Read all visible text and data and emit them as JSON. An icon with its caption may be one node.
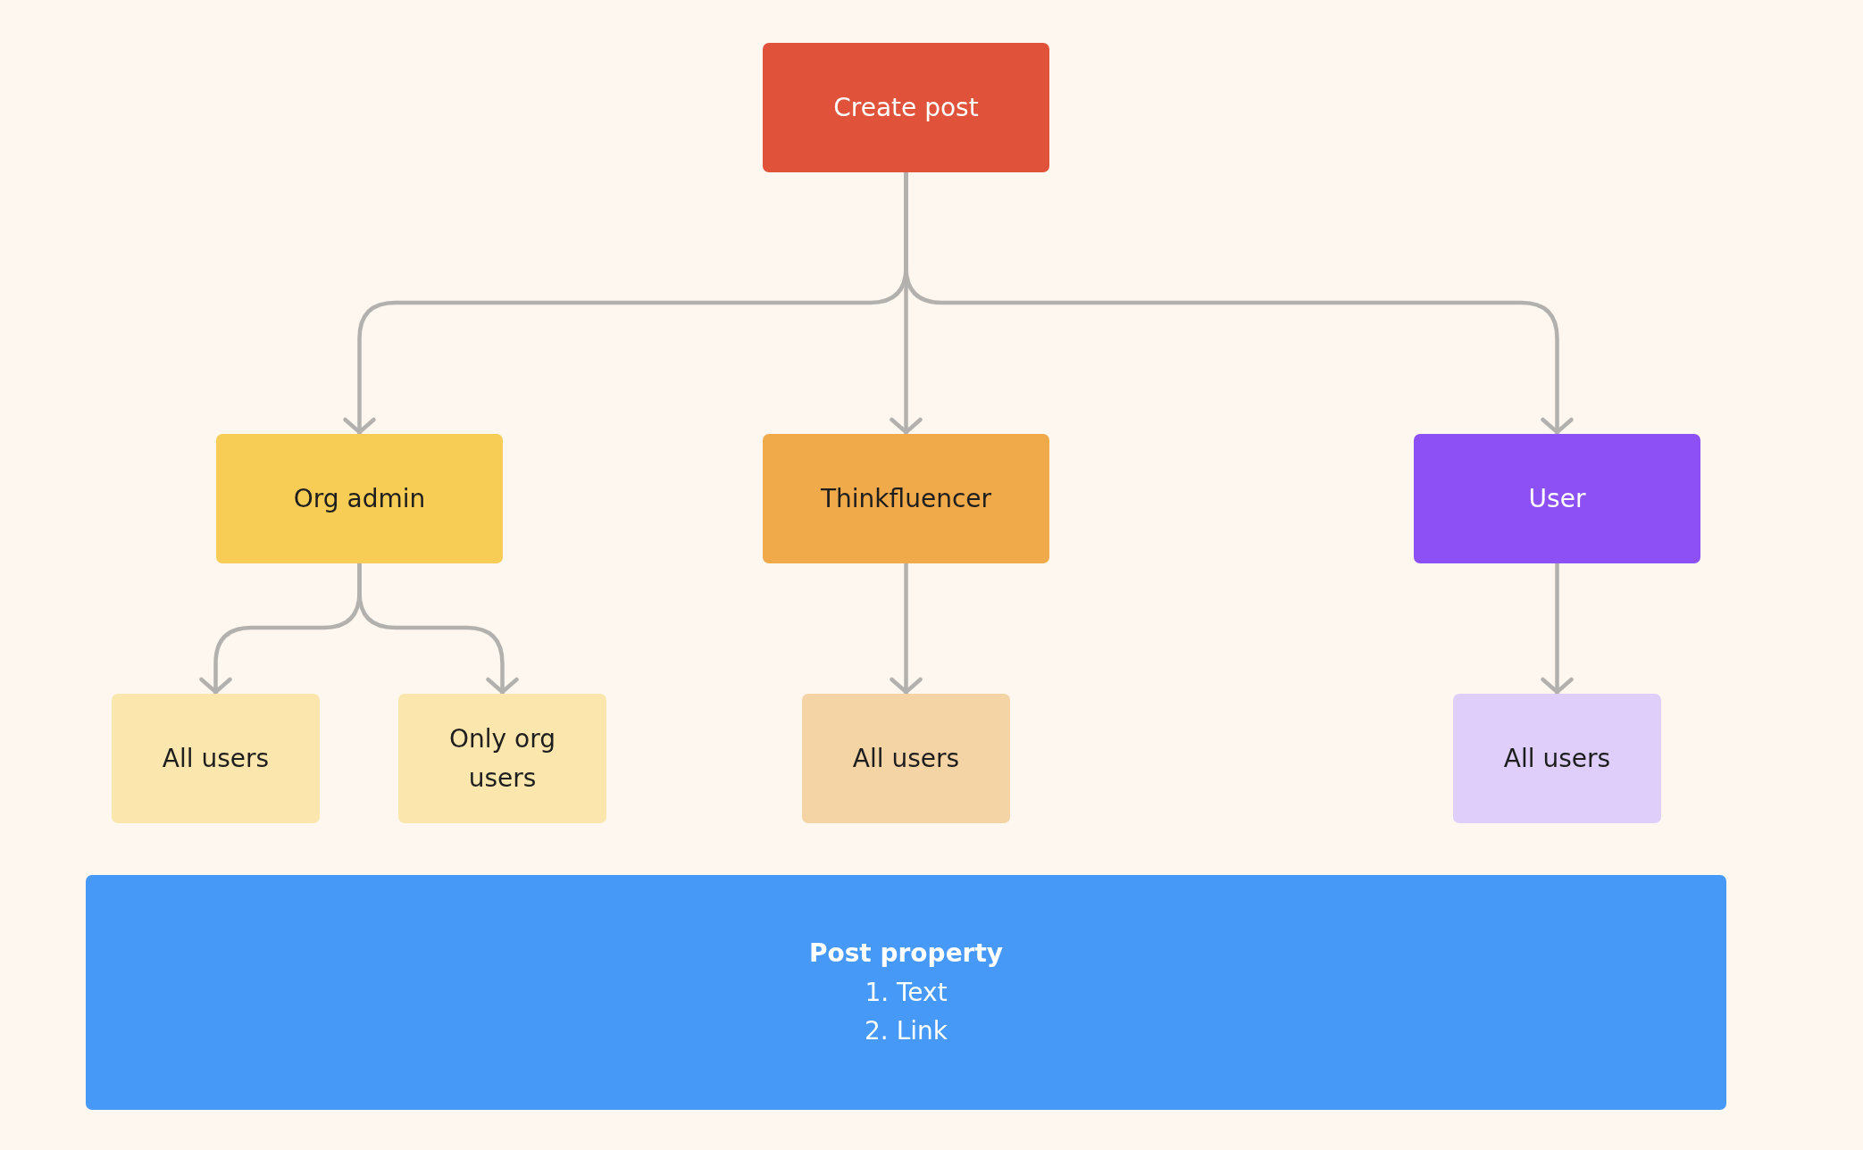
{
  "diagram": {
    "nodes": [
      {
        "text": [
          "Create post"
        ]
      },
      {
        "text": [
          "Org admin"
        ]
      },
      {
        "text": [
          "Thinkfluencer"
        ]
      },
      {
        "text": [
          "User"
        ]
      },
      {
        "text": [
          "All users"
        ]
      },
      {
        "text": [
          "Only org users"
        ]
      },
      {
        "text": [
          "All users"
        ]
      },
      {
        "text": [
          "All users"
        ]
      },
      {
        "text": [
          "Post property",
          "1. Text",
          "2. Link"
        ]
      }
    ],
    "edges": [
      {
        "from": 0,
        "to": 1,
        "arrow": "to"
      },
      {
        "from": 0,
        "to": 2,
        "arrow": "to"
      },
      {
        "from": 0,
        "to": 3,
        "arrow": "to"
      },
      {
        "from": 1,
        "to": 4,
        "arrow": "to"
      },
      {
        "from": 1,
        "to": 5,
        "arrow": "to"
      },
      {
        "from": 2,
        "to": 6,
        "arrow": "to"
      },
      {
        "from": 3,
        "to": 7,
        "arrow": "to"
      }
    ]
  }
}
